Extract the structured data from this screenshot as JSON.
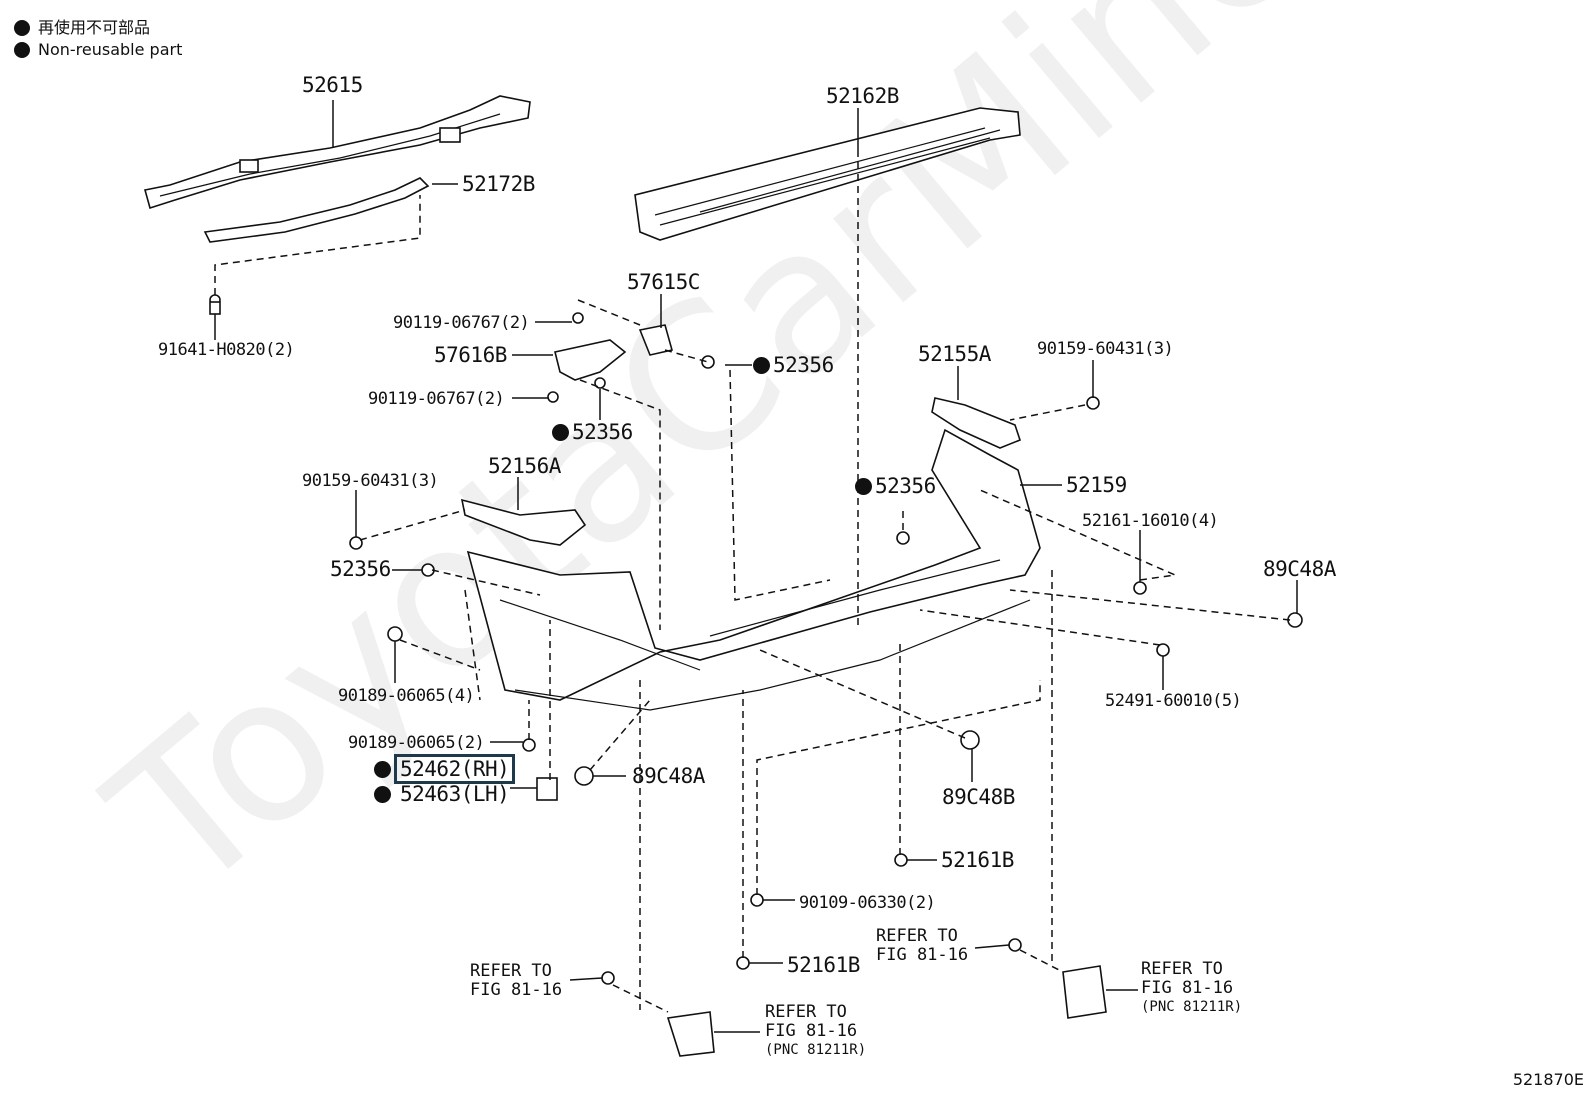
{
  "legend": {
    "reuse_jp": "再使用不可部品",
    "reuse_en": "Non-reusable part"
  },
  "watermark": "ToyotaCarMine.ru",
  "figure_number": "521870E",
  "labels": {
    "p52615": "52615",
    "p52172B": "52172B",
    "p91641": "91641-H0820(2)",
    "p52162B": "52162B",
    "p57615C": "57615C",
    "p90119a": "90119-06767(2)",
    "p57616B": "57616B",
    "p52356a": "52356",
    "p90119b": "90119-06767(2)",
    "p52356b": "52356",
    "p52155A": "52155A",
    "p90159a": "90159-60431(3)",
    "p52156A": "52156A",
    "p90159b": "90159-60431(3)",
    "p52356c": "52356",
    "p52159": "52159",
    "p52161_16010": "52161-16010(4)",
    "p52356d": "52356",
    "p89C48A_r": "89C48A",
    "p90189a": "90189-06065(4)",
    "p52491": "52491-60010(5)",
    "p90189b": "90189-06065(2)",
    "p52462": "52462(RH)",
    "p52463": "52463(LH)",
    "p89C48A_l": "89C48A",
    "p89C48B": "89C48B",
    "p52161B_a": "52161B",
    "p90109": "90109-06330(2)",
    "p52161B_b": "52161B"
  },
  "refs": {
    "ref_left": {
      "l1": "REFER TO",
      "l2": "FIG 81-16"
    },
    "ref_mid": {
      "l1": "REFER TO",
      "l2": "FIG 81-16"
    },
    "ref_lamp_left": {
      "l1": "REFER TO",
      "l2": "FIG 81-16",
      "l3": "(PNC 81211R)"
    },
    "ref_lamp_right": {
      "l1": "REFER TO",
      "l2": "FIG 81-16",
      "l3": "(PNC 81211R)"
    }
  }
}
